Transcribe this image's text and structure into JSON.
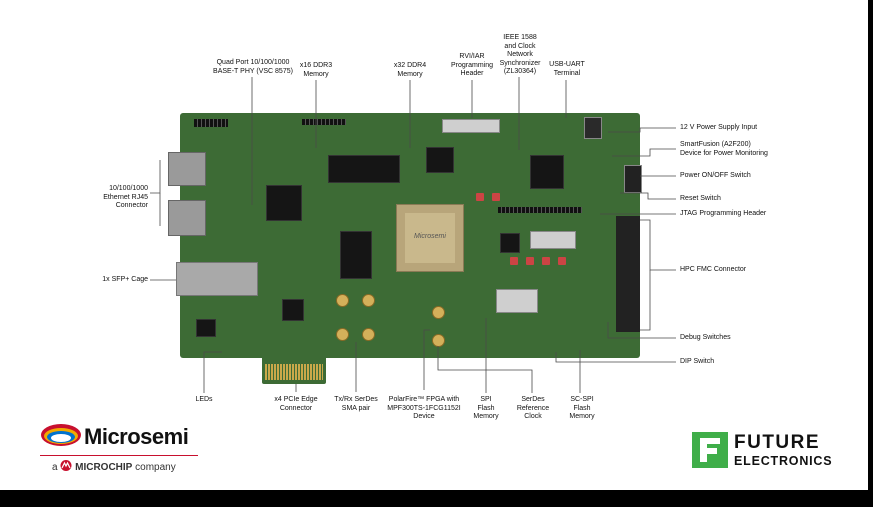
{
  "labels": {
    "phy": [
      "Quad Port 10/100/1000",
      "BASE-T PHY (VSC 8575)"
    ],
    "ddr3": [
      "x16 DDR3",
      "Memory"
    ],
    "ddr4": [
      "x32 DDR4",
      "Memory"
    ],
    "rvi": [
      "RVI/IAR",
      "Programming",
      "Header"
    ],
    "ieee": [
      "IEEE 1588",
      "and Clock",
      "Network",
      "Synchronizer",
      "(ZL30364)"
    ],
    "uart": [
      "USB-UART",
      "Terminal"
    ],
    "power_input": "12 V Power Supply Input",
    "smartfusion": [
      "SmartFusion (A2F200)",
      "Device for Power Monitoring"
    ],
    "power_switch": "Power ON/OFF Switch",
    "reset": "Reset Switch",
    "jtag": "JTAG Programming Header",
    "hpc_fmc": "HPC FMC Connector",
    "debug_switches": "Debug Switches",
    "dip_switch": "DIP Switch",
    "rj45": [
      "10/100/1000",
      "Ethernet RJ45",
      "Connector"
    ],
    "sfp": "1x SFP+ Cage",
    "leds": "LEDs",
    "pcie": [
      "x4 PCIe Edge",
      "Connector"
    ],
    "serdes_sma": [
      "Tx/Rx SerDes",
      "SMA pair"
    ],
    "polarfire": [
      "PolarFire™ FPGA with",
      "MPF300TS-1FCG1152I",
      "Device"
    ],
    "spi_flash": [
      "SPI",
      "Flash",
      "Memory"
    ],
    "serdes_ref": [
      "SerDes",
      "Reference",
      "Clock"
    ],
    "sc_spi": [
      "SC-SPI",
      "Flash",
      "Memory"
    ]
  },
  "logos": {
    "microsemi": "Microsemi",
    "microsemi_tag_pre": "a",
    "microsemi_tag_brand": "MICROCHIP",
    "microsemi_tag_post": "company",
    "future_1": "FUTURE",
    "future_2": "ELECTRONICS",
    "fpga_mark": "Microsemi"
  },
  "colors": {
    "board": "#3d6b35",
    "microsemi_red": "#c8102e",
    "future_green": "#3fae49",
    "leader_line": "#4a4a4a"
  }
}
